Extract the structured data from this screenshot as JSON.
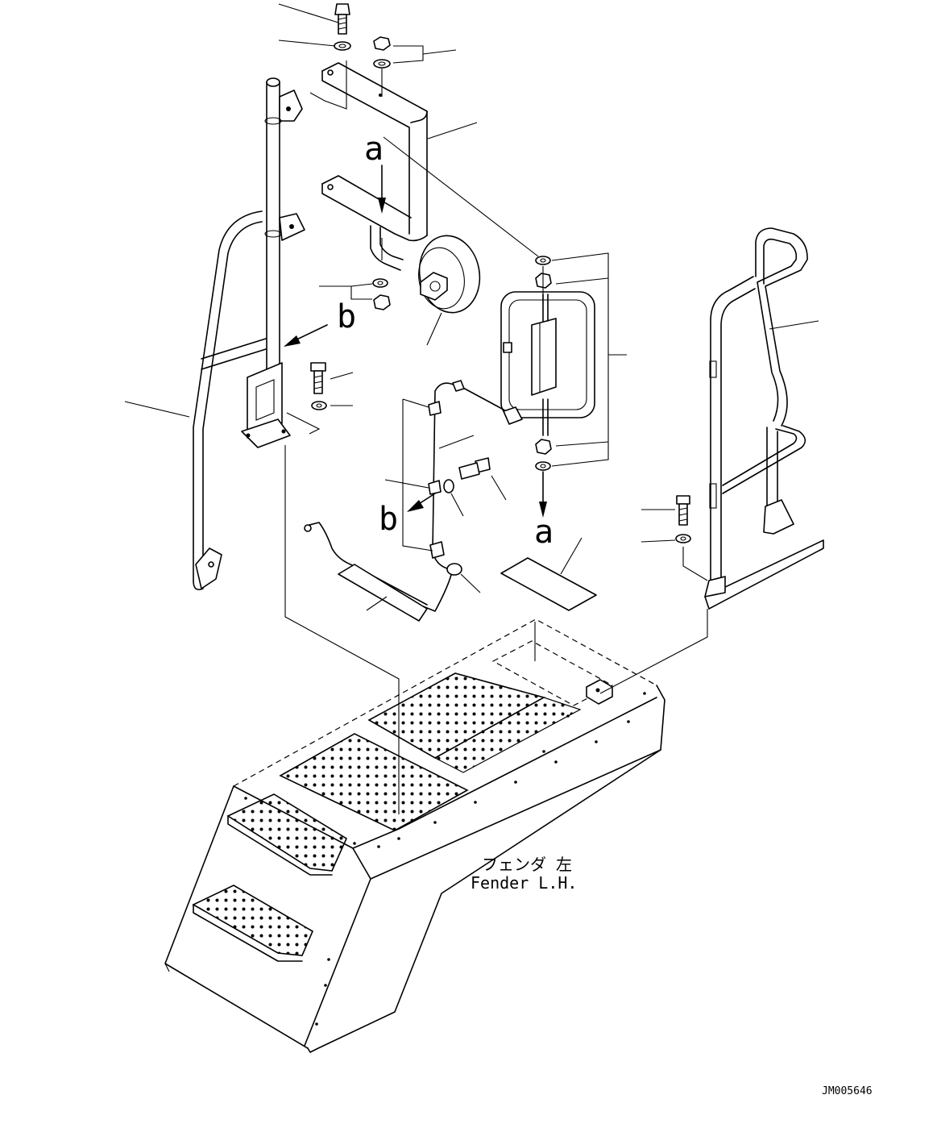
{
  "diagram": {
    "view_markers": {
      "a": "a",
      "b": "b"
    },
    "fender_label": {
      "japanese": "フェンダ 左",
      "english": "Fender L.H."
    },
    "drawing_number": "JM005646"
  }
}
